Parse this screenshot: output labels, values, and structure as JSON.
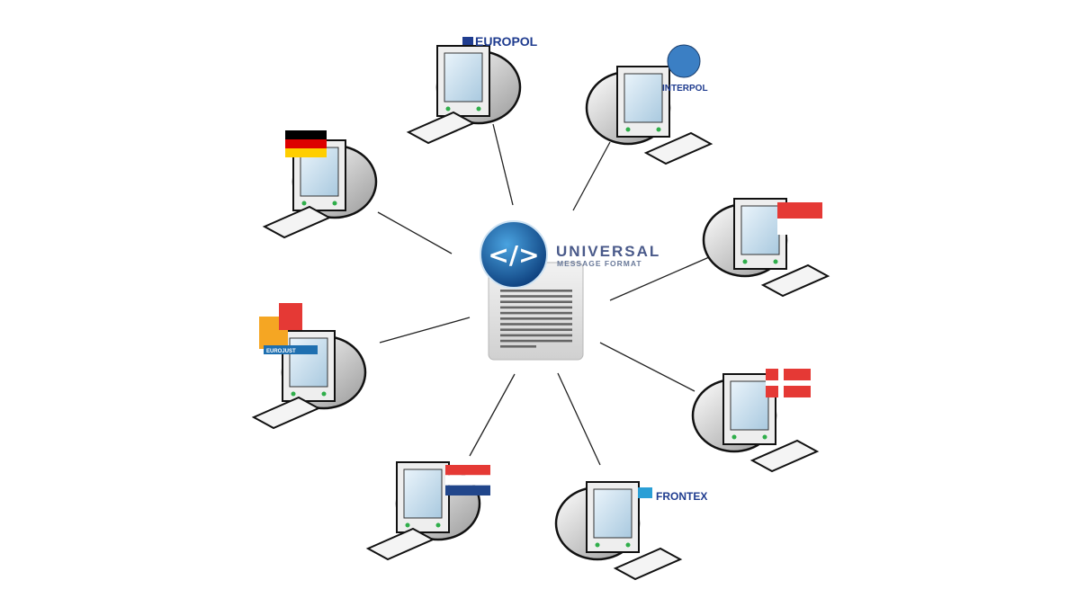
{
  "center": {
    "title": "UNIVERSAL",
    "subtitle": "MESSAGE FORMAT",
    "icon": "code-globe-icon",
    "title_color": "#4a5a8a"
  },
  "nodes": [
    {
      "id": "europol",
      "label": "EUROPOL",
      "label_color": "#1f3c8f"
    },
    {
      "id": "interpol",
      "label": "INTERPOL",
      "label_color": "#1f3c8f"
    },
    {
      "id": "germany",
      "flag": [
        "#000000",
        "#dd0000",
        "#ffce00"
      ]
    },
    {
      "id": "red-white",
      "flag": [
        "#e53935",
        "#ffffff"
      ]
    },
    {
      "id": "eurojust",
      "label": "EUROJUST",
      "label_color": "#ffffff",
      "colors": [
        "#f5a623",
        "#e53935",
        "#1e6fb0"
      ]
    },
    {
      "id": "denmark",
      "flag": [
        "#e53935",
        "#ffffff"
      ]
    },
    {
      "id": "netherlands",
      "flag": [
        "#e53935",
        "#ffffff",
        "#21468b"
      ]
    },
    {
      "id": "frontex",
      "label": "FRONTEX",
      "label_color": "#1f3c8f"
    }
  ]
}
